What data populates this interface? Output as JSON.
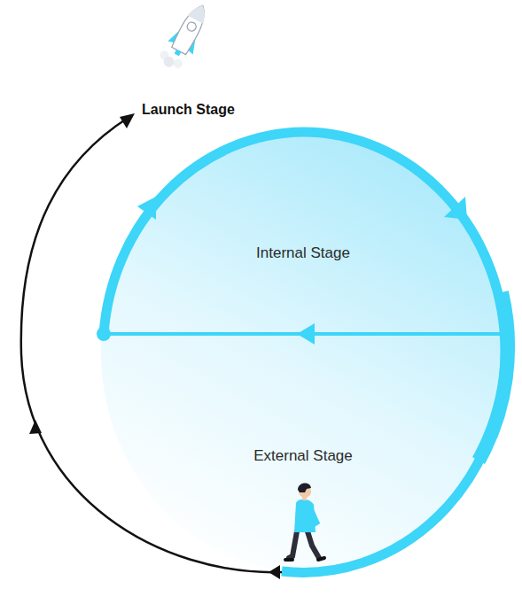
{
  "diagram": {
    "nodes": [
      {
        "text": [
          "Internal Stage"
        ]
      },
      {
        "text": [
          "External Stage"
        ]
      }
    ],
    "labels": [
      "Launch Stage"
    ]
  }
}
